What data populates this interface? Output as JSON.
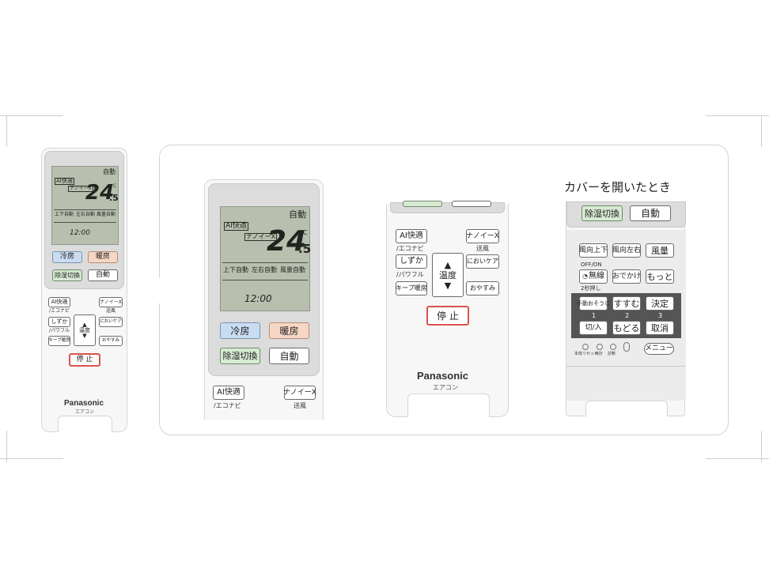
{
  "caption": "カバーを開いたとき",
  "brand": "Panasonic",
  "brand_sub": "エアコン",
  "lcd": {
    "mode": "自動",
    "ai": "AI快適",
    "nanoe": "ナノイーX",
    "temp_main": "24",
    "temp_dec": ".5",
    "unit": "°C",
    "vane_labels": [
      "上下自動",
      "左右自動",
      "風量自動"
    ],
    "clock": "12:00"
  },
  "buttons": {
    "cool": "冷房",
    "heat": "暖房",
    "dehumid": "除湿切換",
    "auto": "自動",
    "ai": "AI快適",
    "ai_sub": "/エコナビ",
    "nanoe": "ナノイーX",
    "nanoe_sub": "送風",
    "quiet": "しずか",
    "quiet_sub": "/パワフル",
    "temp": "温度",
    "temp_up": "▲",
    "temp_down": "▼",
    "odor": "においケア",
    "keep": "キープ暖房",
    "sleep": "おやすみ",
    "stop": "停 止"
  },
  "cover_open": {
    "dehumid": "除湿切換",
    "auto": "自動",
    "row1": [
      "風向上下",
      "風向左右",
      "風量"
    ],
    "offon": "OFF/ON",
    "wifi": "無線",
    "press2": "2秒押し",
    "goout": "おでかけ",
    "more": "もっと",
    "manual": "手動おそうじ",
    "advance": "すすむ",
    "decide": "決定",
    "steps": [
      "1",
      "2",
      "3"
    ],
    "onoff": "切/入",
    "back": "もどる",
    "cancel": "取消",
    "resets": [
      "本体リセット",
      "時計",
      "診断"
    ],
    "menu": "メニュー"
  },
  "colors": {
    "lcd": "#b8bfae",
    "cool": "#c9dcf1",
    "heat": "#f6d7c6",
    "dehumid": "#d7ead3",
    "stop_border": "#d9534f",
    "panel_border": "#d4d4d4"
  }
}
